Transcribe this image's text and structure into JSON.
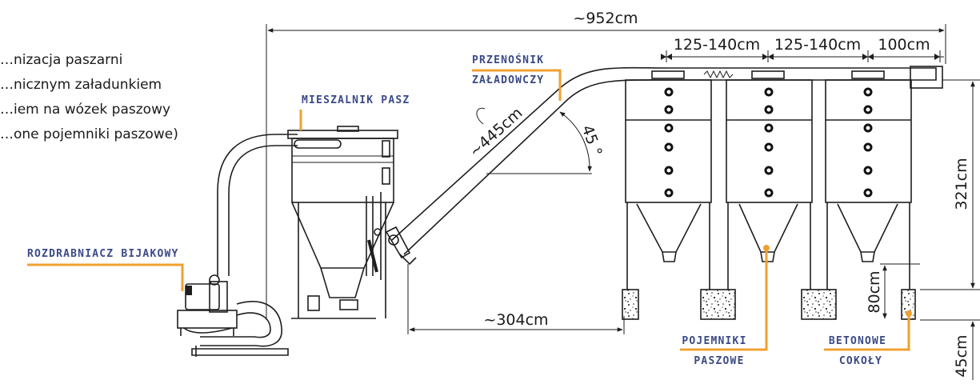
{
  "description": {
    "line1": "…nizacja paszarni",
    "line2": "…nicznym załadunkiem",
    "line3": "…iem na wózek paszowy",
    "line4": "…one pojemniki paszowe)"
  },
  "labels": {
    "grinder": "ROZDRABNIACZ BIJAKOWY",
    "mixer": "MIESZALNIK PASZ",
    "conveyor_line1": "PRZENOŚNIK",
    "conveyor_line2": "ZAŁADOWCZY",
    "containers_line1": "POJEMNIKI",
    "containers_line2": "PASZOWE",
    "plinths_line1": "BETONOWE",
    "plinths_line2": "COKOŁY"
  },
  "dimensions": {
    "total_length": "~952cm",
    "spacing_1": "125-140cm",
    "spacing_2": "125-140cm",
    "end_offset": "100cm",
    "conveyor_length": "~445cm",
    "conveyor_angle": "45 °",
    "mixer_to_plinth": "~304cm",
    "height_total": "321cm",
    "hopper_clearance": "80cm",
    "plinth_height": "45cm"
  },
  "colors": {
    "label_text": "#3b4a86",
    "leader_line": "#f0a030",
    "line_art": "#1e1e1e"
  }
}
